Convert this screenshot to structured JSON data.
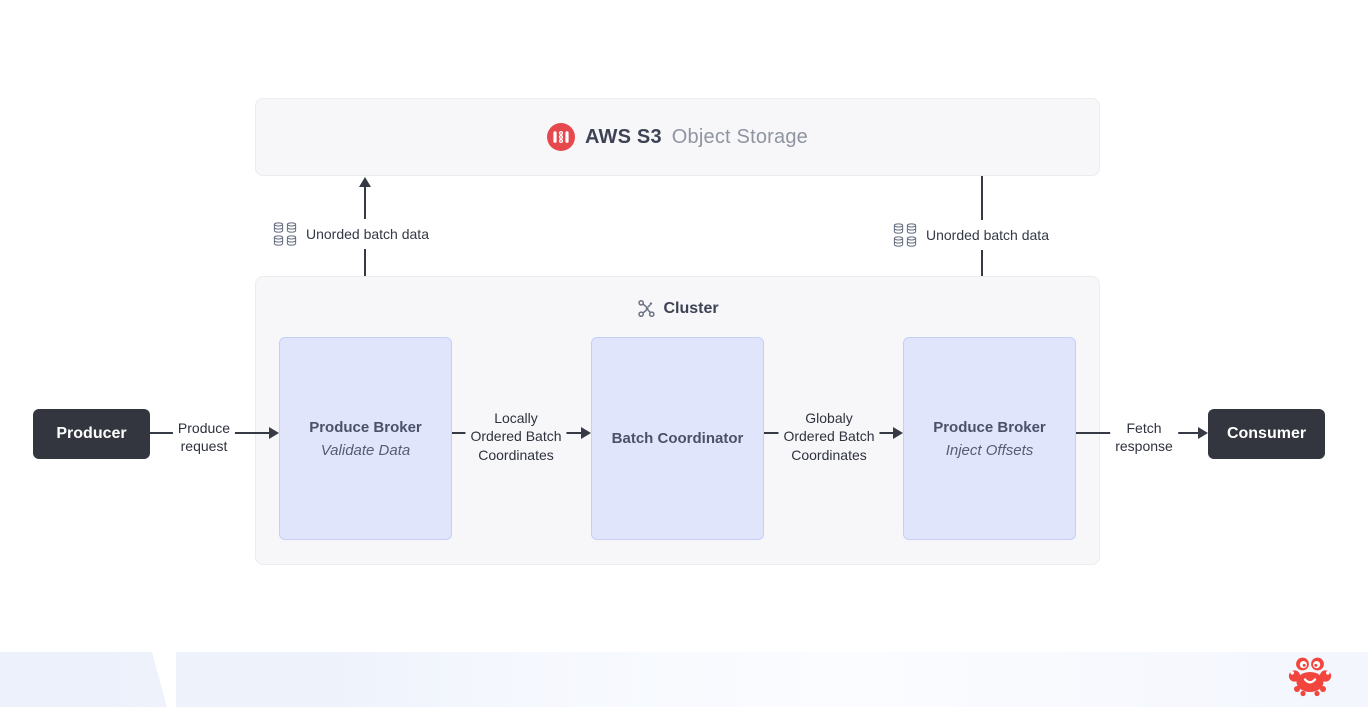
{
  "s3": {
    "title_strong": "AWS S3",
    "title_light": "Object Storage",
    "icon": "s3-bucket-icon",
    "icon_color": "#e5484d"
  },
  "cluster": {
    "title": "Cluster",
    "icon": "cluster-network-icon"
  },
  "nodes": {
    "producer": {
      "label": "Producer"
    },
    "broker_validate": {
      "title": "Produce Broker",
      "subtitle": "Validate Data"
    },
    "batch_coordinator": {
      "title": "Batch Coordinator"
    },
    "broker_inject": {
      "title": "Produce Broker",
      "subtitle": "Inject Offsets"
    },
    "consumer": {
      "label": "Consumer"
    }
  },
  "edges": {
    "produce_request": {
      "label": "Produce\nrequest"
    },
    "locally_ordered": {
      "label": "Locally\nOrdered Batch\nCoordinates"
    },
    "globally_ordered": {
      "label": "Globaly\nOrdered Batch\nCoordinates"
    },
    "fetch_response": {
      "label": "Fetch\nresponse"
    },
    "unordered_left": {
      "label": "Unorded batch data",
      "icon": "database-grid-icon"
    },
    "unordered_right": {
      "label": "Unorded batch data",
      "icon": "database-grid-icon"
    }
  },
  "branding": {
    "logo": "crab-logo-icon",
    "logo_color": "#f1453d"
  },
  "colors": {
    "node_fill": "#e0e5fc",
    "node_border": "#c7cff7",
    "dark_node": "#33363f",
    "panel_bg": "#f7f7f9",
    "panel_border": "#ebecee",
    "line": "#363a45",
    "accent_red": "#e5484d",
    "band": "#eef1fb"
  }
}
